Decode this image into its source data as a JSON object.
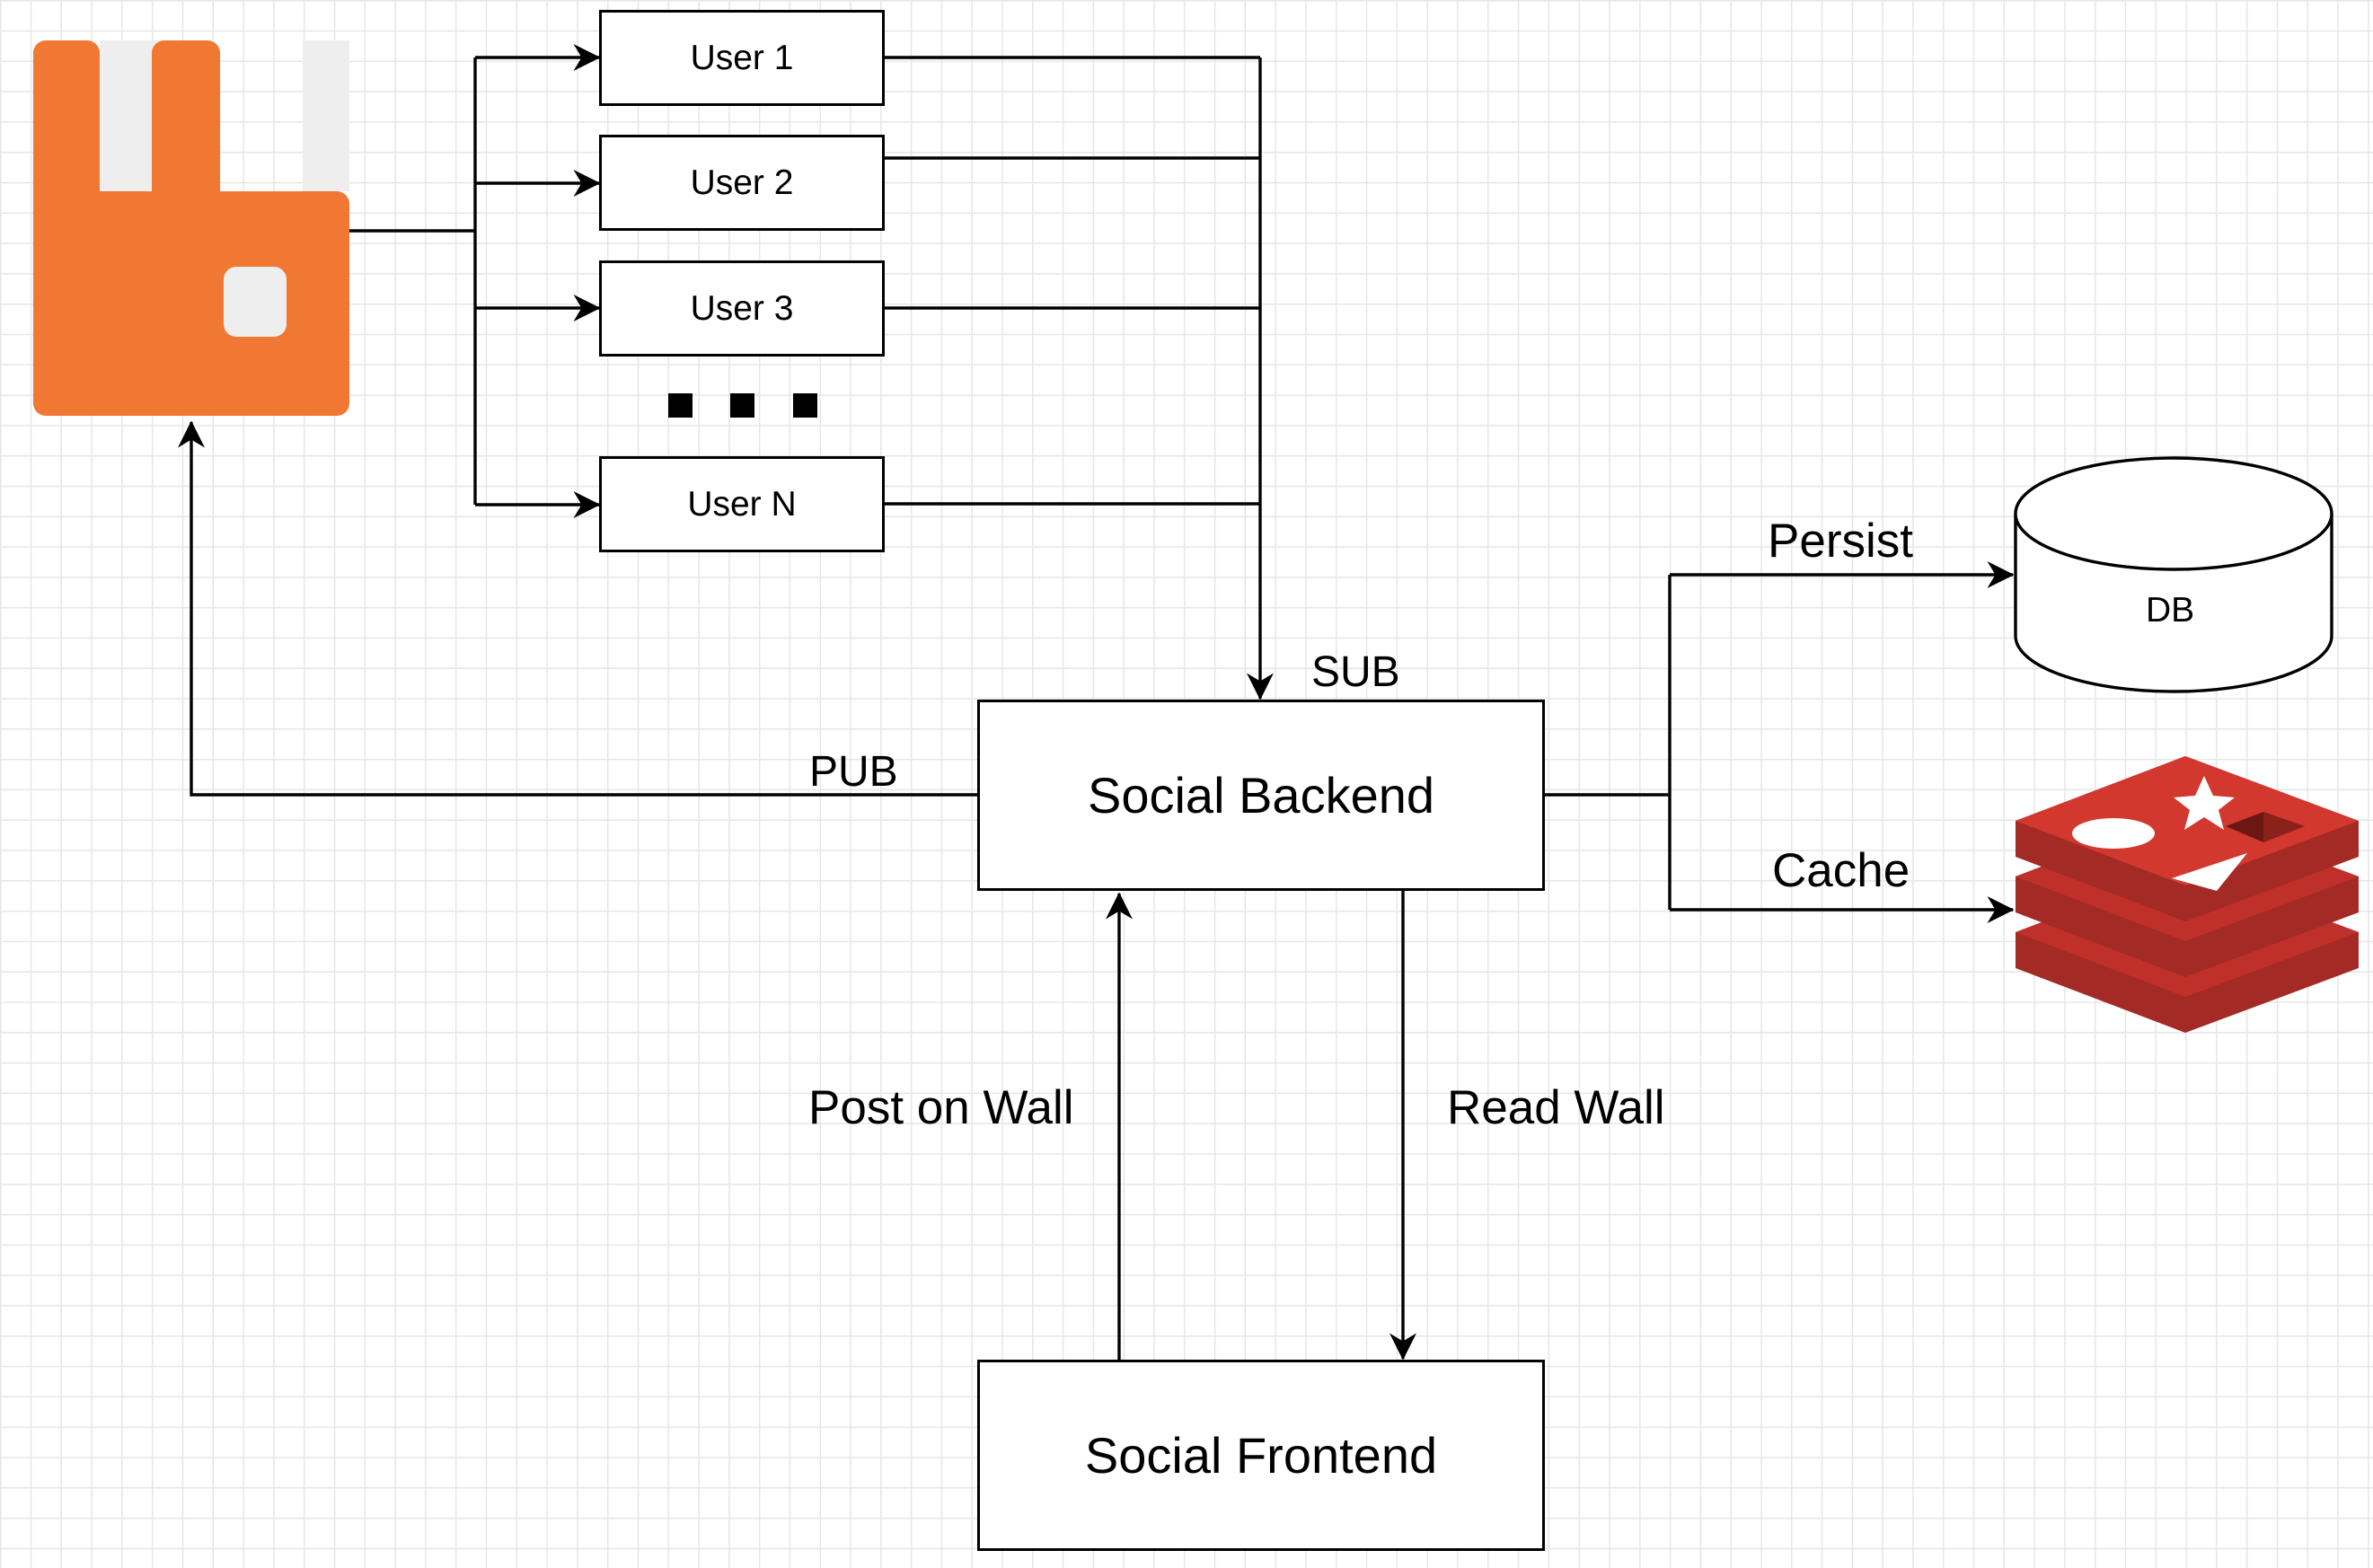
{
  "diagram": {
    "queue_logo": {
      "icon": "rabbitmq-logo-icon",
      "color": "#f07832"
    },
    "users": [
      {
        "label": "User 1"
      },
      {
        "label": "User 2"
      },
      {
        "label": "User 3"
      },
      {
        "label": "User N"
      }
    ],
    "ellipsis_icon": "ellipsis-dots-icon",
    "backend": {
      "label": "Social Backend"
    },
    "frontend": {
      "label": "Social Frontend"
    },
    "db": {
      "label": "DB",
      "icon": "database-cylinder-icon"
    },
    "cache_logo": {
      "icon": "redis-logo-icon",
      "color": "#c0302a"
    },
    "edges": {
      "sub": "SUB",
      "pub": "PUB",
      "persist": "Persist",
      "cache": "Cache",
      "post": "Post on Wall",
      "read": "Read Wall"
    }
  }
}
